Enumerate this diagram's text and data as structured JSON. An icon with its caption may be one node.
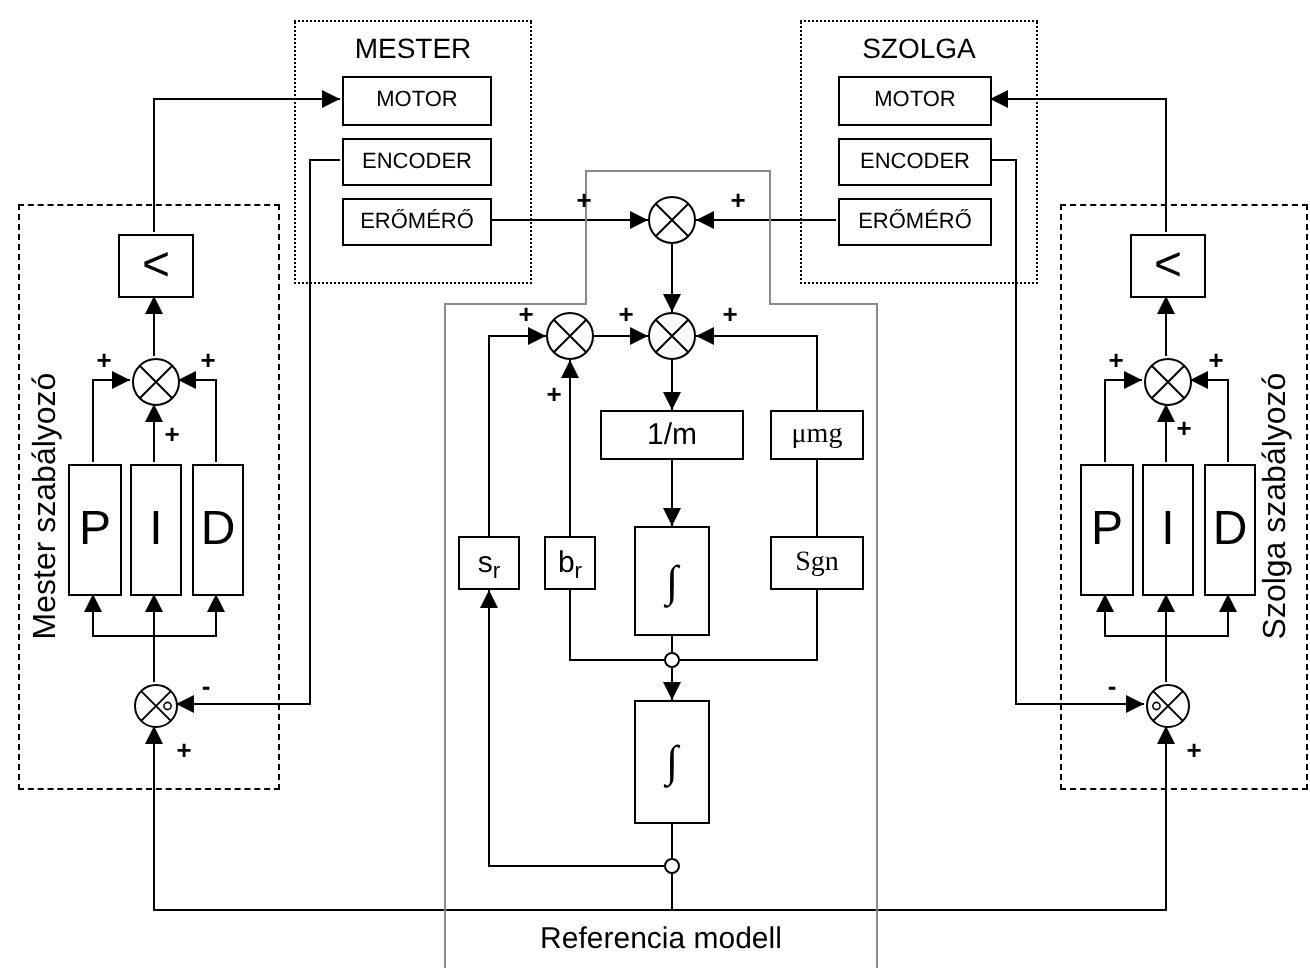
{
  "diagram": {
    "nodes": [
      {
        "text": [
          "MESTER"
        ]
      },
      {
        "text": [
          "MOTOR"
        ],
        "in": 0
      },
      {
        "text": [
          "ENCODER"
        ],
        "in": 0
      },
      {
        "text": [
          "ERŐMÉRŐ"
        ],
        "in": 0
      },
      {
        "text": [
          "SZOLGA"
        ]
      },
      {
        "text": [
          "MOTOR"
        ],
        "in": 4
      },
      {
        "text": [
          "ENCODER"
        ],
        "in": 4
      },
      {
        "text": [
          "ERŐMÉRŐ"
        ],
        "in": 4
      },
      {
        "text": [
          "Mester szabályozó"
        ]
      },
      {
        "text": [
          "<"
        ],
        "in": 8
      },
      {
        "text": [],
        "shape": "circle",
        "in": 8
      },
      {
        "text": [
          "P"
        ],
        "in": 8
      },
      {
        "text": [
          "I"
        ],
        "in": 8
      },
      {
        "text": [
          "D"
        ],
        "in": 8
      },
      {
        "text": [],
        "shape": "circle",
        "in": 8
      },
      {
        "text": [
          "Szolga szabályozó"
        ]
      },
      {
        "text": [
          "<"
        ],
        "in": 15
      },
      {
        "text": [],
        "shape": "circle",
        "in": 15
      },
      {
        "text": [
          "P"
        ],
        "in": 15
      },
      {
        "text": [
          "I"
        ],
        "in": 15
      },
      {
        "text": [
          "D"
        ],
        "in": 15
      },
      {
        "text": [],
        "shape": "circle",
        "in": 15
      },
      {
        "text": [
          "Referencia modell"
        ]
      },
      {
        "text": [],
        "shape": "circle",
        "in": 22
      },
      {
        "text": [],
        "shape": "circle",
        "in": 22
      },
      {
        "text": [],
        "shape": "circle",
        "in": 22
      },
      {
        "text": [
          "1/m"
        ],
        "in": 22
      },
      {
        "text": [
          "μmg"
        ],
        "in": 22
      },
      {
        "text": [
          "s$_{r}$"
        ],
        "in": 22
      },
      {
        "text": [
          "b$_{r}$"
        ],
        "in": 22
      },
      {
        "text": [
          "∫"
        ],
        "in": 22
      },
      {
        "text": [
          "Sgn"
        ],
        "in": 22
      },
      {
        "text": [],
        "shape": "circle",
        "in": 22
      },
      {
        "text": [
          "∫"
        ],
        "in": 22
      },
      {
        "text": [],
        "shape": "circle",
        "in": 22
      }
    ],
    "edges": [
      {
        "from": 9,
        "to": 1,
        "arrow": "to"
      },
      {
        "from": 2,
        "to": 14,
        "arrow": "to"
      },
      {
        "from": 10,
        "to": 9,
        "arrow": "to"
      },
      {
        "from": 11,
        "to": 10,
        "arrow": "to"
      },
      {
        "from": 12,
        "to": 10,
        "arrow": "to"
      },
      {
        "from": 13,
        "to": 10,
        "arrow": "to"
      },
      {
        "from": 14,
        "to": 11,
        "arrow": "to"
      },
      {
        "from": 14,
        "to": 12,
        "arrow": "to"
      },
      {
        "from": 14,
        "to": 13,
        "arrow": "to"
      },
      {
        "from": 16,
        "to": 5,
        "arrow": "to"
      },
      {
        "from": 6,
        "to": 21,
        "arrow": "to"
      },
      {
        "from": 17,
        "to": 16,
        "arrow": "to"
      },
      {
        "from": 18,
        "to": 17,
        "arrow": "to"
      },
      {
        "from": 19,
        "to": 17,
        "arrow": "to"
      },
      {
        "from": 20,
        "to": 17,
        "arrow": "to"
      },
      {
        "from": 21,
        "to": 18,
        "arrow": "to"
      },
      {
        "from": 21,
        "to": 19,
        "arrow": "to"
      },
      {
        "from": 21,
        "to": 20,
        "arrow": "to"
      },
      {
        "from": 3,
        "to": 23,
        "arrow": "to"
      },
      {
        "from": 7,
        "to": 23,
        "arrow": "to"
      },
      {
        "from": 23,
        "to": 25,
        "arrow": "to"
      },
      {
        "from": 24,
        "to": 25,
        "arrow": "to"
      },
      {
        "from": 27,
        "to": 25,
        "arrow": "to"
      },
      {
        "from": 25,
        "to": 26,
        "arrow": "to"
      },
      {
        "from": 26,
        "to": 30,
        "arrow": "to"
      },
      {
        "from": 30,
        "to": 32,
        "arrow": "none"
      },
      {
        "from": 32,
        "to": 33,
        "arrow": "to"
      },
      {
        "from": 32,
        "to": 29,
        "arrow": "none"
      },
      {
        "from": 29,
        "to": 24,
        "arrow": "to"
      },
      {
        "from": 32,
        "to": 31,
        "arrow": "none"
      },
      {
        "from": 31,
        "to": 27,
        "arrow": "none"
      },
      {
        "from": 33,
        "to": 34,
        "arrow": "none"
      },
      {
        "from": 34,
        "to": 28,
        "arrow": "to"
      },
      {
        "from": 28,
        "to": 24,
        "arrow": "to"
      },
      {
        "from": 34,
        "to": 14,
        "arrow": "to"
      },
      {
        "from": 34,
        "to": 21,
        "arrow": "to"
      }
    ],
    "labels": [
      "+",
      "+",
      "+",
      "+",
      "+",
      "+",
      "+",
      "+",
      "+",
      "+",
      "+",
      "+",
      "-",
      "-",
      "+",
      "+"
    ]
  }
}
